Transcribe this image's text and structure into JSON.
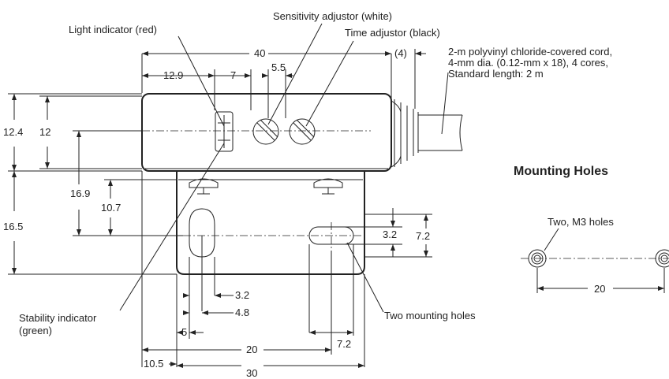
{
  "callouts": {
    "sensitivity_adjustor": "Sensitivity adjustor (white)",
    "time_adjustor": "Time adjustor (black)",
    "light_indicator": "Light indicator (red)",
    "stability_indicator_1": "Stability indicator",
    "stability_indicator_2": "(green)",
    "two_mounting_holes": "Two mounting holes"
  },
  "cord_note": {
    "line1": "2-m polyvinyl chloride-covered cord,",
    "line2": "4-mm dia. (0.12-mm x 18), 4 cores,",
    "line3": "Standard length: 2 m"
  },
  "dimensions": {
    "d40": "40",
    "d4": "(4)",
    "d12_9": "12.9",
    "d7": "7",
    "d5_5": "5.5",
    "d12_4": "12.4",
    "d12": "12",
    "d16_9": "16.9",
    "d10_7": "10.7",
    "d16_5": "16.5",
    "d3_2_right": "3.2",
    "d7_2_right": "7.2",
    "d3_2_bottom": "3.2",
    "d4_8": "4.8",
    "d5": "5",
    "d20": "20",
    "d7_2_bottom": "7.2",
    "d10_5": "10.5",
    "d30": "30"
  },
  "mounting_holes": {
    "title": "Mounting Holes",
    "note": "Two, M3 holes",
    "spacing": "20"
  }
}
